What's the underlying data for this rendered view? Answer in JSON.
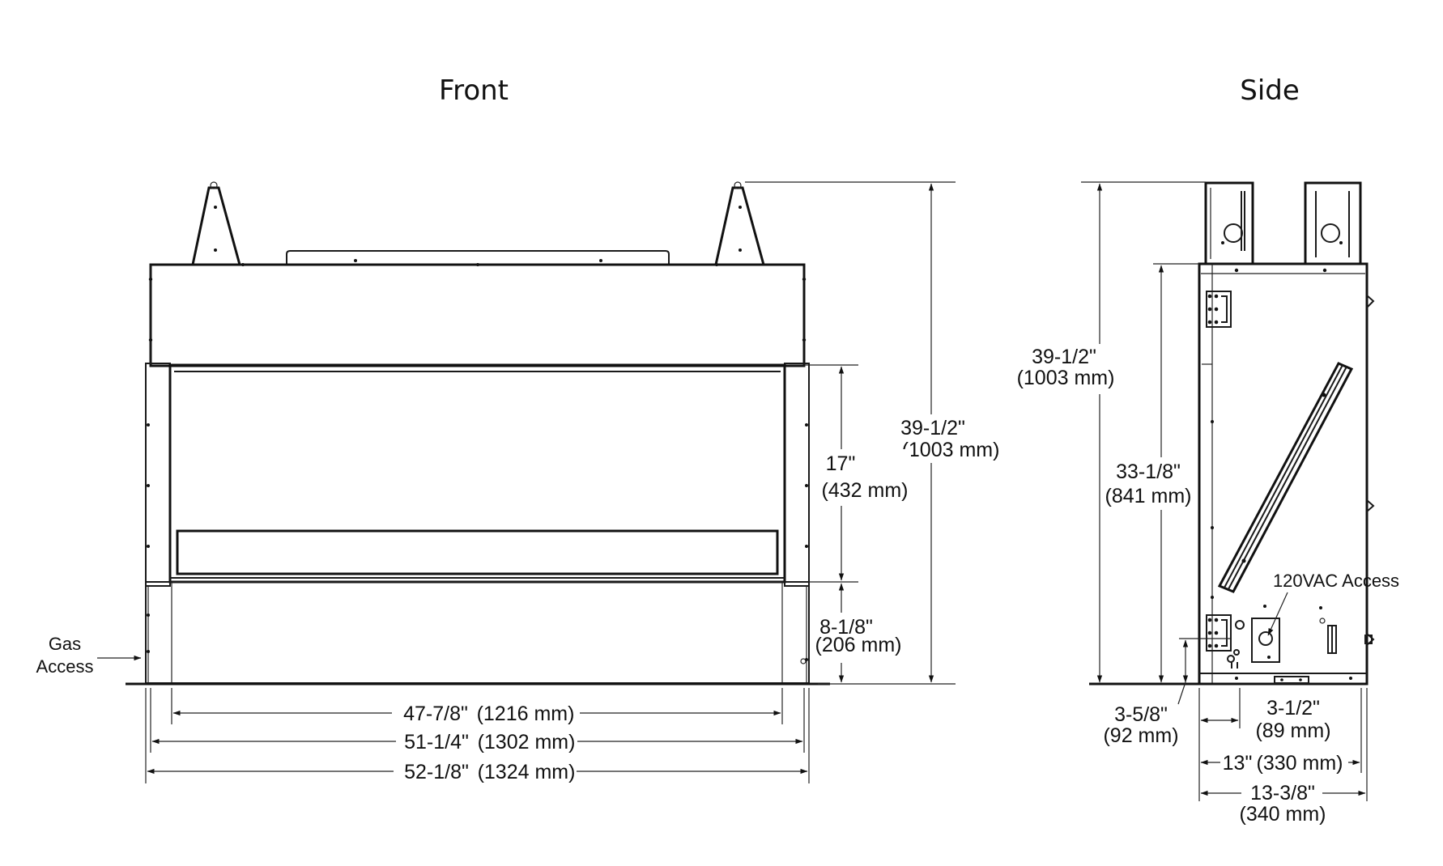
{
  "views": {
    "front": {
      "title": "Front"
    },
    "side": {
      "title": "Side"
    }
  },
  "front": {
    "height_overall": {
      "in": "39-1/2\"",
      "mm": "(1003 mm)"
    },
    "glass_height": {
      "in": "17\"",
      "mm": "(432 mm)"
    },
    "base_height": {
      "in": "8-1/8\"",
      "mm": "(206 mm)"
    },
    "width_glass": {
      "in": "47-7/8\"",
      "mm": "(1216 mm)"
    },
    "width_body": {
      "in": "51-1/4\"",
      "mm": "(1302 mm)"
    },
    "width_overall": {
      "in": "52-1/8\"",
      "mm": "(1324 mm)"
    },
    "gas_access": {
      "line1": "Gas",
      "line2": "Access"
    }
  },
  "side": {
    "height_overall": {
      "in": "39-1/2\"",
      "mm": "(1003 mm)"
    },
    "height_body": {
      "in": "33-1/8\"",
      "mm": "(841 mm)"
    },
    "vac_access": "120VAC Access",
    "offset_height": {
      "in": "3-5/8\"",
      "mm": "(92 mm)"
    },
    "offset_depth": {
      "in": "3-1/2\"",
      "mm": "(89 mm)"
    },
    "depth_body": {
      "in": "13\"",
      "mm": "(330 mm)"
    },
    "depth_overall": {
      "in": "13-3/8\"",
      "mm": "(340 mm)"
    }
  }
}
